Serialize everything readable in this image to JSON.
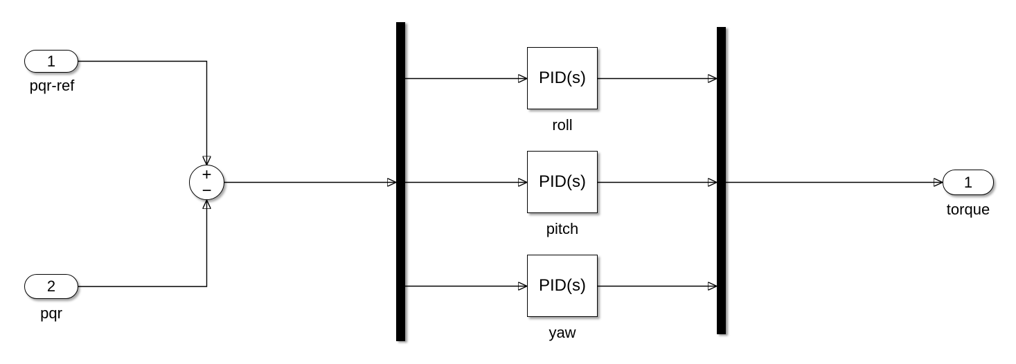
{
  "diagram": {
    "kind": "simulink-block-diagram",
    "background_color": "#ffffff",
    "wire_color": "#000000",
    "block_fill": "#ffffff",
    "block_border": "#000000"
  },
  "inports": [
    {
      "number": "1",
      "label": "pqr-ref"
    },
    {
      "number": "2",
      "label": "pqr"
    }
  ],
  "sum": {
    "plus_sign": "+",
    "minus_sign": "−"
  },
  "pids": [
    {
      "text": "PID(s)",
      "label": "roll"
    },
    {
      "text": "PID(s)",
      "label": "pitch"
    },
    {
      "text": "PID(s)",
      "label": "yaw"
    }
  ],
  "outport": {
    "number": "1",
    "label": "torque"
  }
}
